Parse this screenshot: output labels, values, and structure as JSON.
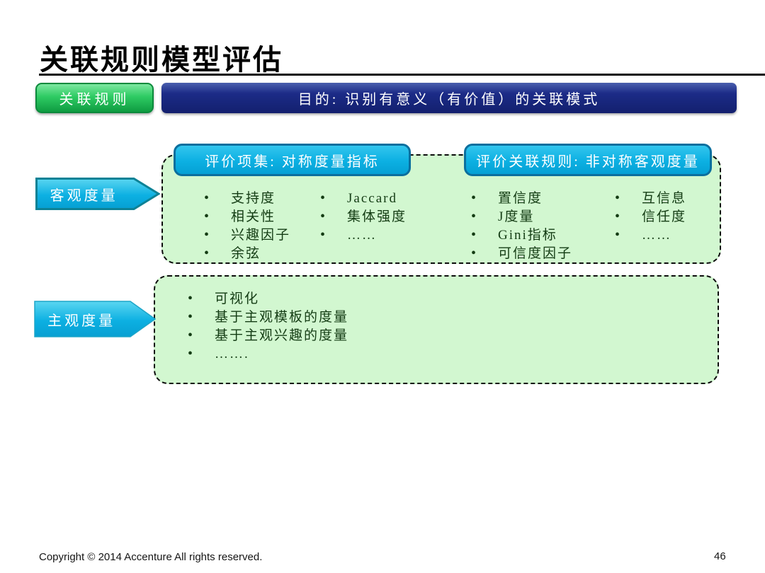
{
  "slide": {
    "title": "关联规则模型评估",
    "topic_label": "关联规则",
    "purpose_label": "目的: 识别有意义（有价值）的关联模式",
    "footer": "Copyright © 2014  Accenture  All rights reserved.",
    "page_number": "46"
  },
  "objective": {
    "arrow_label": "客观度量",
    "itemset_header": "评价项集: 对称度量指标",
    "itemset_col1": [
      "支持度",
      "相关性",
      "兴趣因子",
      "余弦"
    ],
    "itemset_col2": [
      "Jaccard",
      "集体强度",
      "……"
    ],
    "rule_header": "评价关联规则: 非对称客观度量",
    "rule_col1": [
      "置信度",
      "J度量",
      "Gini指标",
      "可信度因子"
    ],
    "rule_col2": [
      "互信息",
      "信任度",
      "……"
    ]
  },
  "subjective": {
    "arrow_label": "主观度量",
    "items": [
      "可视化",
      "基于主观模板的度量",
      "基于主观兴趣的度量",
      "……."
    ]
  },
  "colors": {
    "topic_green": "#2ecb63",
    "topic_green_border": "#0b8a3c",
    "purpose_navy": "#1c2b87",
    "callout_cyan": "#0cb0e2",
    "callout_cyan_border": "#0b6f9e",
    "box_green": "#d2f7d0",
    "list_text": "#143c14"
  }
}
